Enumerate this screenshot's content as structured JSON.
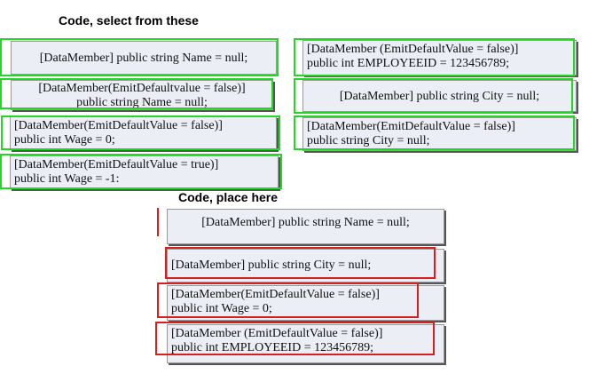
{
  "select_heading": "Code, select from these",
  "place_heading": "Code, place here",
  "colors": {
    "select_outline": "#22d822",
    "place_outline": "#d62020",
    "tile_bg": "#eceef6"
  },
  "select_tiles": [
    {
      "text": "[DataMember] public string Name = null;"
    },
    {
      "text": "[DataMember(EmitDefaultvalue = false)]\npublic string Name = null;"
    },
    {
      "text": "[DataMember(EmitDefaultValue = false)]\npublic int Wage = 0;"
    },
    {
      "text": "[DataMember(EmitDefaultValue = true)]\npublic int Wage = -1:"
    },
    {
      "text": "[DataMember (EmitDefaultValue = false)]\npublic int EMPLOYEEID = 123456789;"
    },
    {
      "text": "[DataMember] public string City = null;"
    },
    {
      "text": "[DataMember(EmitDefaultValue = false)]\npublic string City = null;"
    }
  ],
  "placed_tiles": [
    {
      "text": "[DataMember] public string Name = null;"
    },
    {
      "text": "[DataMember] public string City = null;"
    },
    {
      "text": "[DataMember(EmitDefaultValue = false)]\npublic int Wage = 0;"
    },
    {
      "text": "[DataMember (EmitDefaultValue = false)]\npublic int EMPLOYEEID = 123456789;"
    }
  ]
}
